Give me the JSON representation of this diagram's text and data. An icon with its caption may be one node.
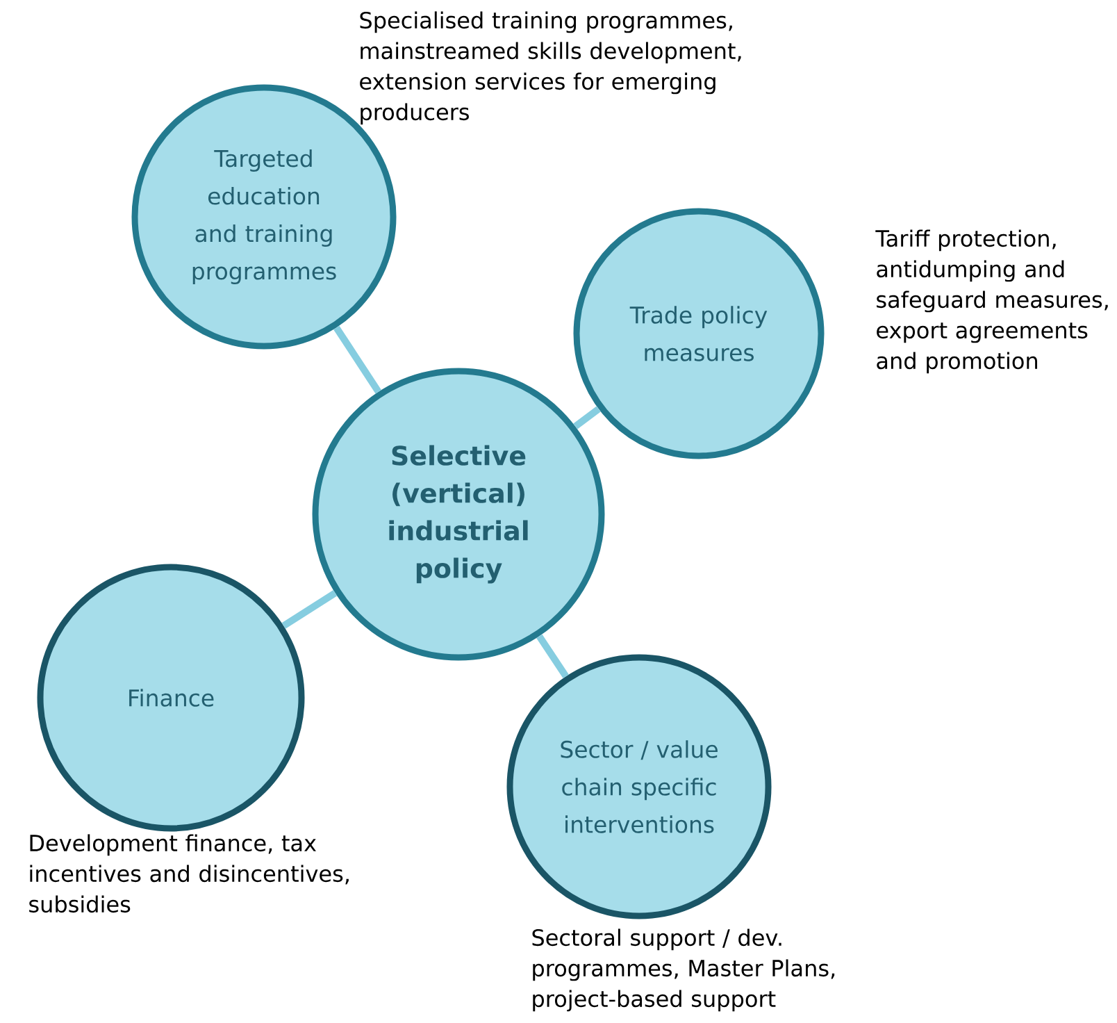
{
  "diagram": {
    "nodes": [
      {
        "text": [
          "Selective (vertical) industrial policy"
        ]
      },
      {
        "text": [
          "Targeted education and training programmes"
        ],
        "beside": [
          "Specialised training programmes, mainstreamed skills development, extension services for emerging producers"
        ]
      },
      {
        "text": [
          "Trade policy measures"
        ],
        "beside": [
          "Tariff protection, antidumping and safeguard measures, export agreements and promotion"
        ]
      },
      {
        "text": [
          "Finance"
        ],
        "beside": [
          "Development finance, tax incentives and disincentives, subsidies"
        ]
      },
      {
        "text": [
          "Sector / value chain specific interventions"
        ],
        "beside": [
          "Sectoral support / dev. programmes, Master Plans, project-based support"
        ]
      }
    ],
    "edges": [
      {
        "from": 0,
        "to": 1,
        "arrow": "none"
      },
      {
        "from": 0,
        "to": 2,
        "arrow": "none"
      },
      {
        "from": 0,
        "to": 3,
        "arrow": "none"
      },
      {
        "from": 0,
        "to": 4,
        "arrow": "none"
      }
    ]
  }
}
